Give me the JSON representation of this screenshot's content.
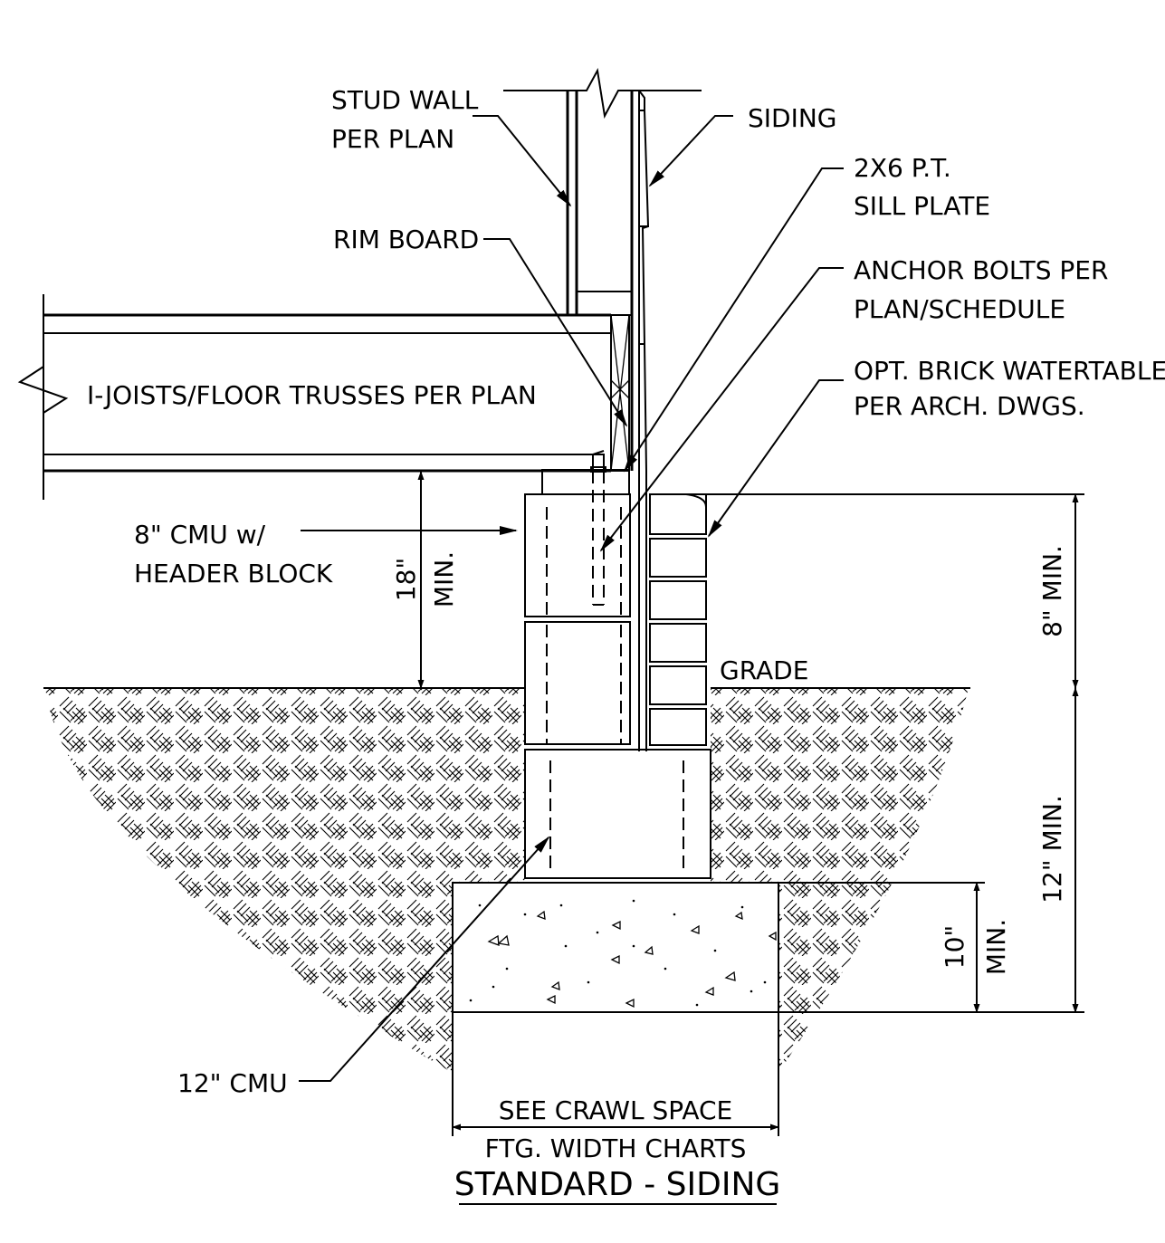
{
  "labels": {
    "stud_wall": [
      "STUD WALL",
      "PER PLAN"
    ],
    "siding": "SIDING",
    "sill_plate": [
      "2X6 P.T.",
      "SILL PLATE"
    ],
    "rim_board": "RIM BOARD",
    "anchor_bolts": [
      "ANCHOR BOLTS PER",
      "PLAN/SCHEDULE"
    ],
    "watertable": [
      "OPT. BRICK WATERTABLE",
      "PER ARCH. DWGS."
    ],
    "joists": "I-JOISTS/FLOOR TRUSSES PER PLAN",
    "cmu8": [
      "8\" CMU w/",
      "HEADER BLOCK"
    ],
    "grade": "GRADE",
    "cmu12": "12\" CMU",
    "footing_width": [
      "SEE CRAWL SPACE",
      "FTG. WIDTH CHARTS"
    ]
  },
  "dimensions": {
    "dim18": [
      "18\"",
      "MIN."
    ],
    "dim8": "8\" MIN.",
    "dim12": "12\" MIN.",
    "dim10": [
      "10\"",
      "MIN."
    ]
  },
  "title": "STANDARD - SIDING",
  "colors": {
    "line": "#000000",
    "background": "#ffffff"
  }
}
